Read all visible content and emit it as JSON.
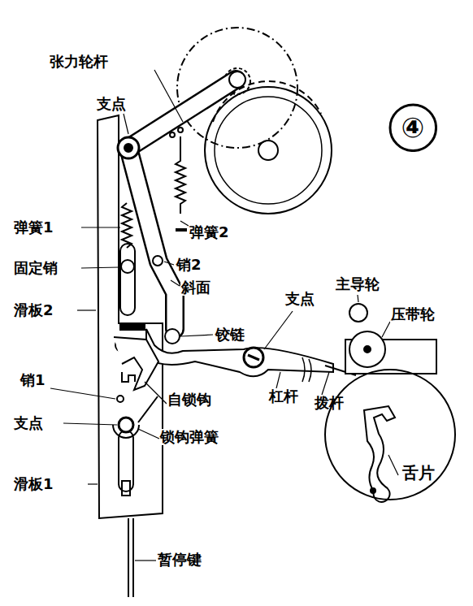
{
  "diagram": {
    "nodes": [
      {
        "text": [
          "④"
        ]
      },
      {
        "text": [
          "舌片"
        ]
      }
    ],
    "labels": [
      "张力轮杆",
      "支点",
      "弹簧1",
      "固定销",
      "滑板2",
      "销2",
      "斜面",
      "弹簧2",
      "铰链",
      "支点",
      "主导轮",
      "压带轮",
      "销1",
      "自锁钩",
      "支点",
      "锁钩弹簧",
      "杠杆",
      "拨杆",
      "滑板1",
      "暂停键"
    ]
  }
}
